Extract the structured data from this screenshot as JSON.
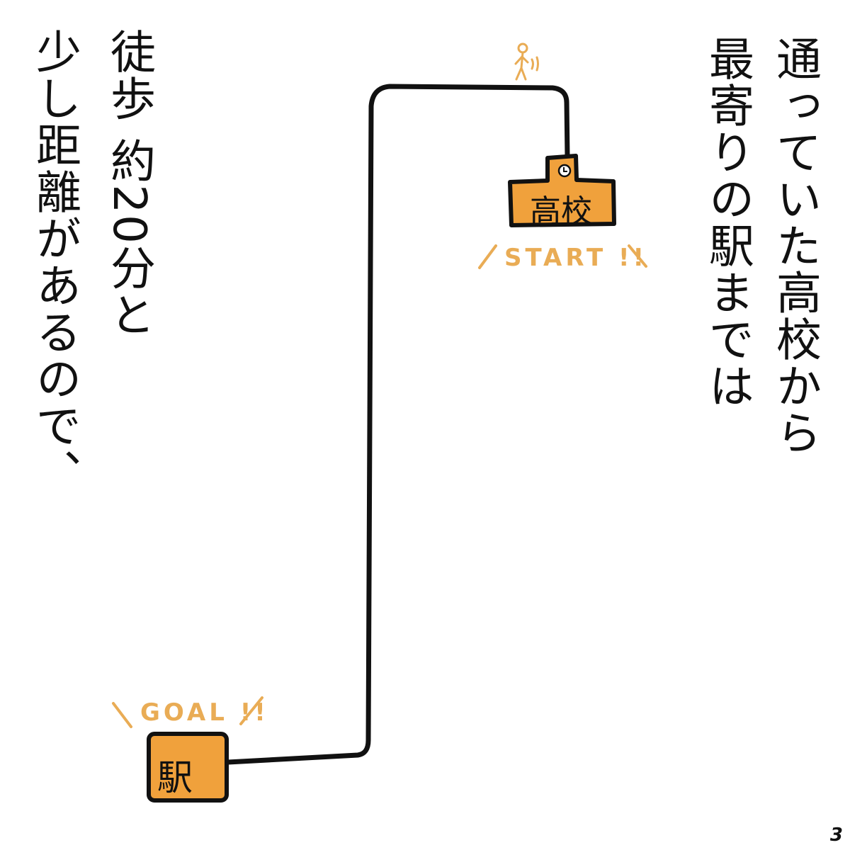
{
  "narration": {
    "line1": "通っていた高校から",
    "line2": "最寄りの駅までは",
    "line3": "徒歩 約20分と",
    "line4": "少し距離があるので、"
  },
  "map": {
    "school_label": "高校",
    "station_label": "駅",
    "start_label": "START !!",
    "goal_label": "GOAL !!"
  },
  "colors": {
    "building": "#F0A13C",
    "label": "#E9AC55",
    "path": "#111111"
  },
  "page_number": "3"
}
